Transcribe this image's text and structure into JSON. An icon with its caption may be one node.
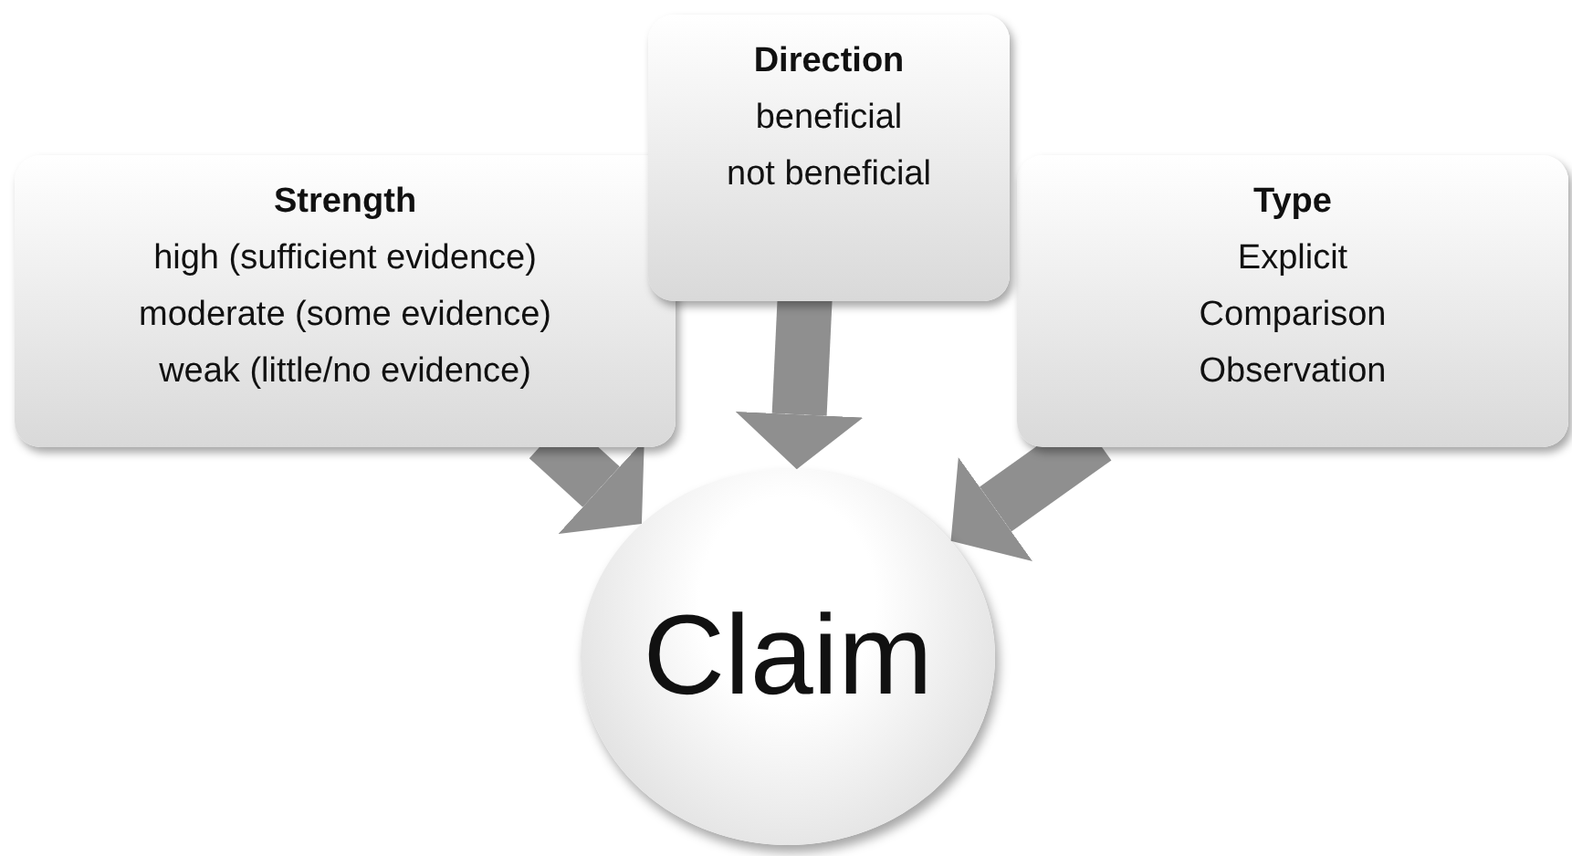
{
  "diagram": {
    "nodes": [
      {
        "text": [
          "Strength",
          "high (sufficient evidence)",
          "moderate (some evidence)",
          "weak (little/no evidence)"
        ]
      },
      {
        "text": [
          "Direction",
          "beneficial",
          "not beneficial"
        ]
      },
      {
        "text": [
          "Type",
          "Explicit",
          "Comparison",
          "Observation"
        ]
      },
      {
        "text": [
          "Claim"
        ]
      }
    ],
    "edges": [
      {
        "from": 0,
        "to": 3,
        "arrow": "to"
      },
      {
        "from": 1,
        "to": 3,
        "arrow": "to"
      },
      {
        "from": 2,
        "to": 3,
        "arrow": "to"
      }
    ]
  }
}
